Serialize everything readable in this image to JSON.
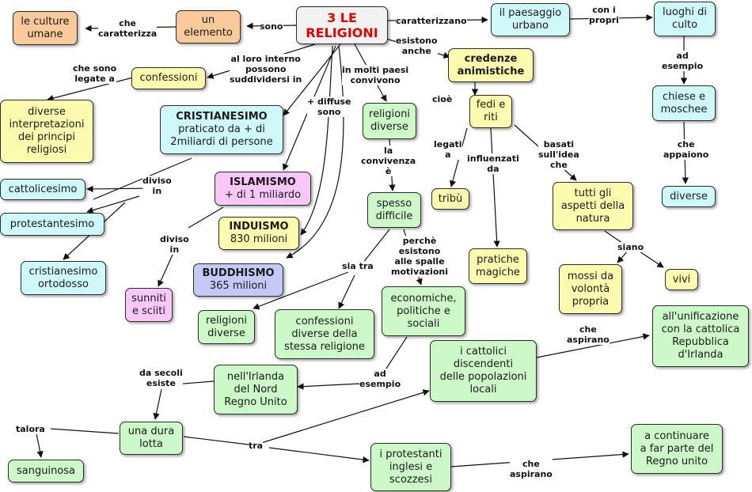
{
  "nodes": {
    "main": "3 LE\nRELIGIONI",
    "un_elemento": "un\nelemento",
    "culture_umane": "le culture\numane",
    "paesaggio": "il paesaggio\nurbano",
    "luoghi_culto": "luoghi di\nculto",
    "confessioni": "confessioni",
    "interpretazioni": "diverse\ninterpretazioni\ndei principi\nreligiosi",
    "credenze": "credenze\nanimistiche",
    "cristianesimo_title": "CRISTIANESIMO",
    "cristianesimo_sub": "praticato da + di\n2miliardi di persone",
    "religioni_diverse_top": "religioni\ndiverse",
    "fedi_riti": "fedi e\nriti",
    "chiese": "chiese e\nmoschee",
    "cattolicesimo": "cattolicesimo",
    "islamismo_title": "ISLAMISMO",
    "islamismo_sub": "+ di 1 miliardo",
    "spesso_difficile": "spesso\ndifficile",
    "tribu": "tribù",
    "tutti_aspetti": "tutti gli\naspetti della\nnatura",
    "diverse_luoghi": "diverse",
    "induismo_title": "INDUISMO",
    "induismo_sub": "830 milioni",
    "protestantesimo": "protestantesimo",
    "pratiche_magiche": "pratiche\nmagiche",
    "cristianesimo_ortodosso": "cristianesimo\nortodosso",
    "buddhismo_title": "BUDDHISMO",
    "buddhismo_sub": "365 milioni",
    "mossi": "mossi da\nvolontà\npropria",
    "vivi": "vivi",
    "sunniti": "sunniti\ne sciiti",
    "economiche": "economiche,\npolitiche e\nsociali",
    "religioni_diverse_bottom": "religioni\ndiverse",
    "confessioni_diverse": "confessioni\ndiverse della\nstessa religione",
    "unificazione": "all'unificazione\ncon la cattolica\nRepubblica\nd'Irlanda",
    "cattolici": "i cattolici\ndiscendenti\ndelle popolazioni\nlocali",
    "irlanda_nord": "nell'Irlanda\ndel Nord\nRegno Unito",
    "dura_lotta": "una dura\nlotta",
    "protestanti": "i protestanti\ninglesi e\nscozzesi",
    "continuare": "a continuare\na far parte del\nRegno unito",
    "sanguinosa": "sanguinosa"
  },
  "labels": {
    "sono": "sono",
    "che_caratterizza": "che\ncaratterizza",
    "caratterizzano": "caratterizzano",
    "con_i_propri": "con i\npropri",
    "esistono_anche": "esistono\nanche",
    "al_loro_interno": "al loro interno\npossono\nsuddividersi in",
    "che_sono_legate": "che sono\nlegate a",
    "in_molti_paesi": "in molti paesi\nconvivono",
    "diffuse_sono": "+ diffuse\nsono",
    "ad_esempio_top": "ad\nesempio",
    "cioe": "cioè",
    "la_convivenza": "la\nconvivenza\nè",
    "legati_a": "legati\na",
    "influenzati_da": "influenzati\nda",
    "basati_sull_idea": "basati\nsull'idea\nche",
    "che_appaiono": "che\nappaiono",
    "diviso_in_left": "diviso\nin",
    "diviso_in_islam": "diviso\nin",
    "perche_esistono": "perchè\nesistono\nalle spalle\nmotivazioni",
    "sia_tra": "sia tra",
    "siano": "siano",
    "che_aspirano_top": "che\naspirano",
    "da_secoli": "da secoli\nesiste",
    "ad_esempio_bottom": "ad\nesempio",
    "talora": "talora",
    "tra": "tra",
    "che_aspirano_bottom": "che\naspirano"
  },
  "colors": {
    "orange": "#fbc99a",
    "cyan": "#cff8fb",
    "yellow": "#fdfbae",
    "green": "#cdf8c8",
    "pink": "#f9c8f9",
    "lavender": "#c6c9f7",
    "title_red": "#e00000"
  }
}
